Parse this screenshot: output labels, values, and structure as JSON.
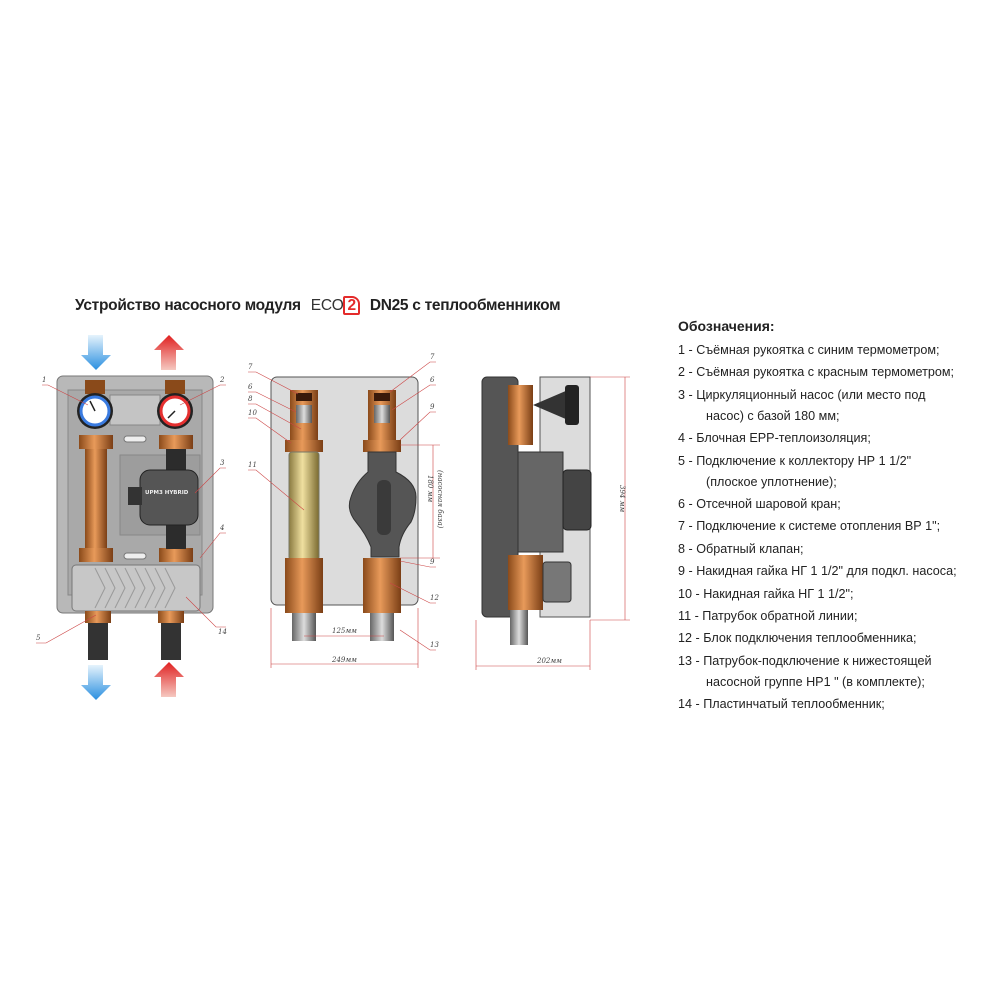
{
  "title": {
    "prefix": "Устройство насосного модуля",
    "logo_text": "ECO",
    "logo_number": "2",
    "suffix": "DN25 с теплообменником"
  },
  "legend": {
    "heading": "Обозначения:",
    "items": [
      {
        "text": "1 - Съёмная рукоятка с синим термометром;"
      },
      {
        "text": "2 - Съёмная рукоятка с красным термометром;"
      },
      {
        "text": "3 - Циркуляционный насос (или место под",
        "cont": "насос) с базой 180 мм;"
      },
      {
        "text": "4 - Блочная EPP-теплоизоляция;"
      },
      {
        "text": "5 - Подключение к коллектору НР 1 1/2\"",
        "cont": "(плоское уплотнение);"
      },
      {
        "text": "6 - Отсечной шаровой кран;"
      },
      {
        "text": "7 - Подключение к системе отопления ВР 1\";"
      },
      {
        "text": "8 - Обратный клапан;"
      },
      {
        "text": "9 - Накидная гайка НГ 1 1/2\" для подкл. насоса;"
      },
      {
        "text": "10 - Накидная гайка НГ 1 1/2\";"
      },
      {
        "text": "11 - Патрубок обратной линии;"
      },
      {
        "text": "12 - Блок подключения теплообменника;"
      },
      {
        "text": "13 - Патрубок-подключение к нижестоящей",
        "cont": "насосной группе НР1 \" (в комплекте);"
      },
      {
        "text": "14 - Пластинчатый теплообменник;"
      }
    ]
  },
  "front_view": {
    "callouts": [
      "1",
      "2",
      "3",
      "4",
      "5",
      "14"
    ],
    "pump_label": "UPM3 HYBRID",
    "colors": {
      "cold": "#3a9be0",
      "hot": "#e53030",
      "brass": "#c8732e"
    }
  },
  "section_view": {
    "callouts": [
      "7",
      "6",
      "8",
      "10",
      "11",
      "7",
      "6",
      "9",
      "9",
      "12",
      "13"
    ],
    "dim_pipe_spacing": "125мм",
    "dim_width": "249мм",
    "dim_pump_base": "180 мм",
    "dim_pump_base_note": "(насосная база)"
  },
  "side_view": {
    "dim_height": "394 мм",
    "dim_depth": "202мм"
  }
}
